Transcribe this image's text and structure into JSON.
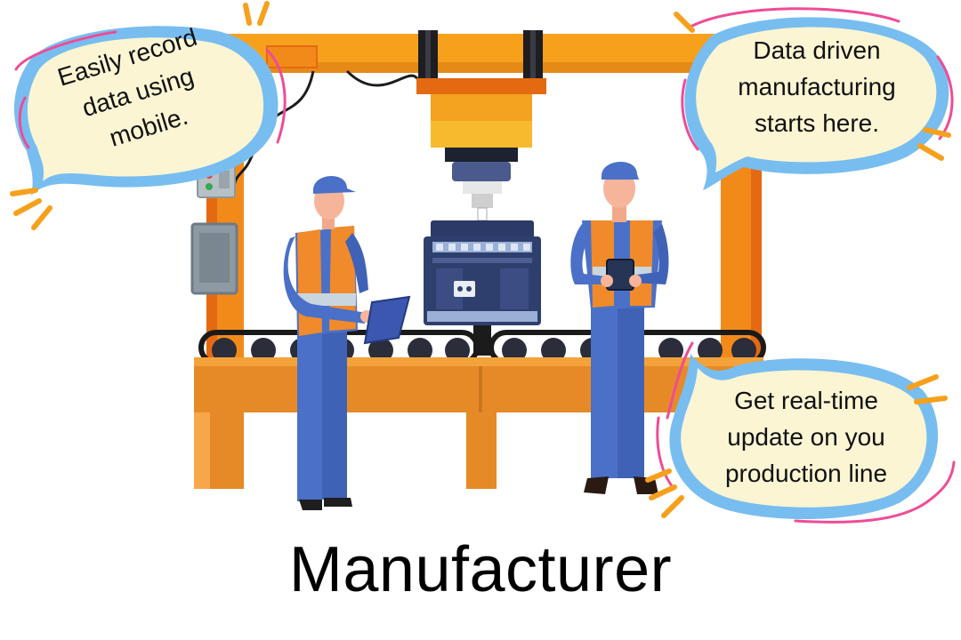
{
  "title": "Manufacturer",
  "bubbles": {
    "left": {
      "lines": [
        "Easily record",
        "data using",
        "mobile."
      ]
    },
    "right": {
      "lines": [
        "Data driven",
        "manufacturing",
        "starts here."
      ]
    },
    "bottom": {
      "lines": [
        "Get real-time",
        "update on you",
        "production line"
      ]
    }
  },
  "colors": {
    "frame_orange": "#f28a1a",
    "frame_dark_orange": "#e46a12",
    "bubble_fill": "#fbf5d3",
    "bubble_blue": "#78bdf0",
    "accent_pink": "#ee4c96",
    "accent_orange": "#f7a01c",
    "worker_blue": "#4a70c8",
    "vest_orange": "#f08a2a",
    "machine_navy": "#2f3f6d"
  },
  "icons": {
    "workers": [
      "worker-with-clipboard-icon",
      "worker-with-tablet-icon"
    ],
    "machine": "engine-block-icon",
    "press": "hydraulic-press-icon",
    "conveyor": "conveyor-belt-icon",
    "control_panel": "control-panel-icon"
  }
}
